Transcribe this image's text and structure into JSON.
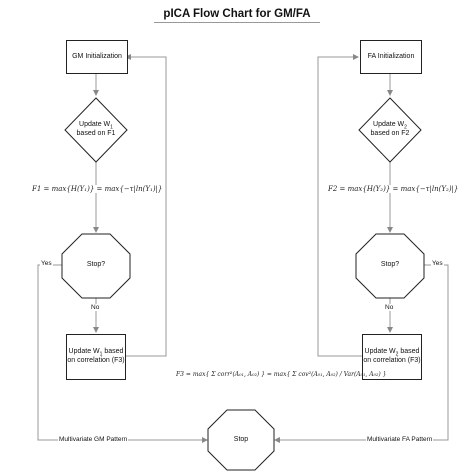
{
  "title": "pICA Flow Chart for GM/FA",
  "left": {
    "init": "GM Initialization",
    "update_line1": "Update W",
    "update_sub": "1",
    "update_line2": "based on F1",
    "equation": "F1 = max{H(Y₁)} = max{−τ|ln(Y₁)|}",
    "stop": "Stop?",
    "yes": "Yes",
    "no": "No",
    "corr_line1": "Update W",
    "corr_sub": "1",
    "corr_line1_tail": " based",
    "corr_line2": "on correlation (F3)",
    "pattern": "Multivariate GM Pattern"
  },
  "right": {
    "init": "FA Initialization",
    "update_line1": "Update W",
    "update_sub": "2",
    "update_line2": "based on F2",
    "equation": "F2 = max{H(Y₂)} = max{−τ|ln(Y₂)|}",
    "stop": "Stop?",
    "yes": "Yes",
    "no": "No",
    "corr_line1": "Update W",
    "corr_sub": "2",
    "corr_line1_tail": " based",
    "corr_line2": "on correlation (F3)",
    "pattern": "Multivariate FA Pattern"
  },
  "f3_equation": "F3 = max{ Σ corr²(A₀₁, A₀₂) } = max{ Σ cov²(A₀₁, A₀₂) / Var(A₀₁, A₀₂) }",
  "final_stop": "Stop"
}
